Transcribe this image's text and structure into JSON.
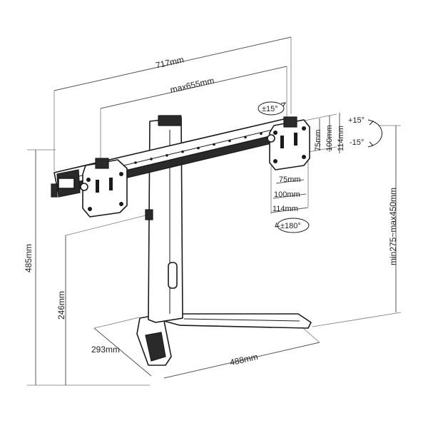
{
  "dimensions": {
    "overall_width": "717mm",
    "max_arm_span": "max655mm",
    "height_total": "485mm",
    "pole_height": "246mm",
    "base_depth": "293mm",
    "base_width": "488mm",
    "height_adjust": "min275~max450mm",
    "vesa_75_v": "75mm",
    "vesa_100_v": "100mm",
    "vesa_114_v": "114mm",
    "vesa_75_h": "75mm",
    "vesa_100_h": "100mm",
    "vesa_114_h": "114mm"
  },
  "rotations": {
    "swivel": "±15°",
    "tilt_up": "+15°",
    "tilt_down": "-15°",
    "rotate": "±180°"
  }
}
